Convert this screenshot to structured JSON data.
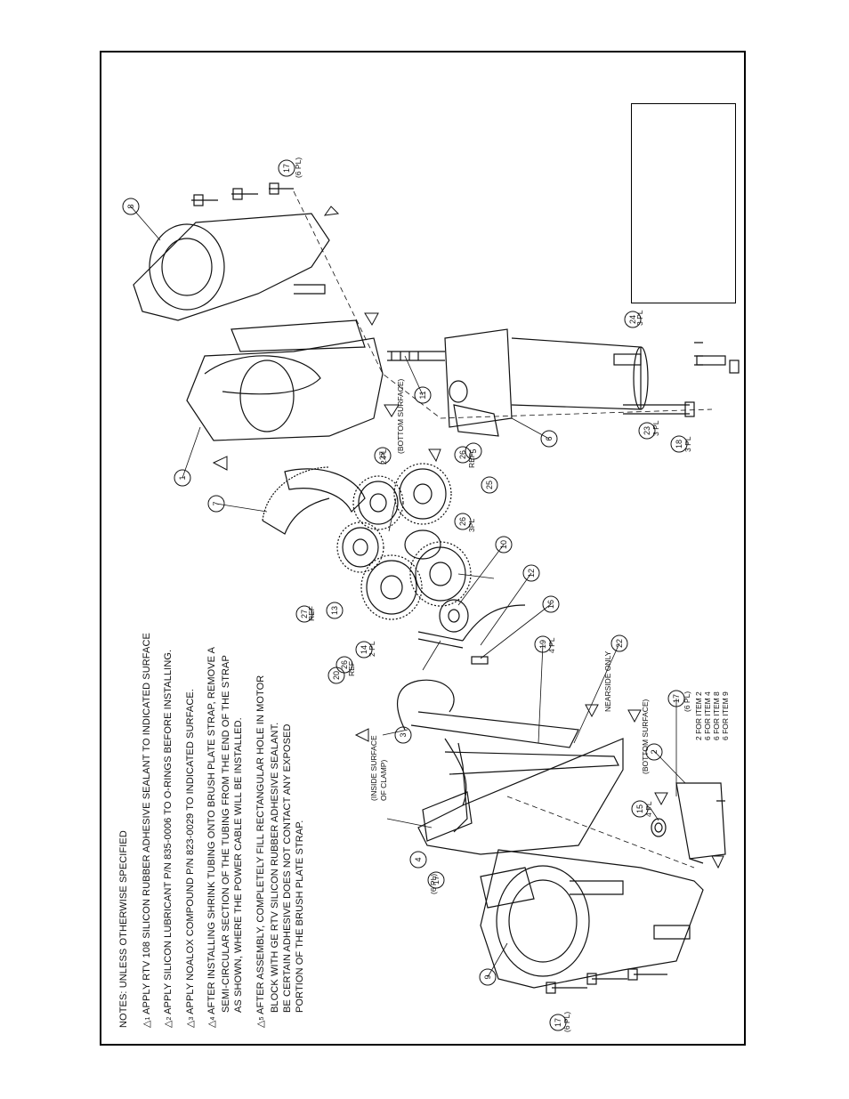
{
  "notes": {
    "heading": "NOTES: UNLESS OTHERWISE SPECIFIED",
    "items": [
      {
        "num": "1",
        "lines": [
          "APPLY RTV 108 SILICON RUBBER ADHESIVE SEALANT TO INDICATED SURFACE"
        ]
      },
      {
        "num": "2",
        "lines": [
          "APPLY SILICON LUBRICANT P/N 835-0006 TO O-RINGS BEFORE INSTALLING."
        ]
      },
      {
        "num": "3",
        "lines": [
          "APPLY NOALOX COMPOUND P/N 823-0029 TO INDICATED SURFACE."
        ]
      },
      {
        "num": "4",
        "lines": [
          "AFTER INSTALLING SHRINK TUBING ONTO BRUSH PLATE STRAP, REMOVE A",
          "SEMI-CIRCULAR SECTION OF THE TUBING FROM THE END OF THE STRAP",
          "AS SHOWN, WHERE THE POWER CABLE WILL BE INSTALLED."
        ]
      },
      {
        "num": "5",
        "lines": [
          "AFTER ASSEMBLY, COMPLETELY FILL RECTANGULAR HOLE IN MOTOR",
          "BLOCK WITH GE RTV SILICON RUBBER ADHESIVE SEALANT.",
          "BE CERTAIN ADHESIVE DOES NOT CONTACT ANY EXPOSED",
          "PORTION OF THE BRUSH PLATE STRAP."
        ]
      }
    ]
  },
  "callouts": {
    "c1": "1",
    "c2": "2",
    "c3": "3",
    "c4": "4",
    "c5": "5",
    "c6": "6",
    "c7": "7",
    "c8": "8",
    "c9": "9",
    "c10": "10",
    "c11": "11",
    "c12": "12",
    "c13": "13",
    "c14": "14",
    "c15": "15",
    "c16": "16",
    "c17a": "17",
    "c17b": "17",
    "c17c": "17",
    "c17d": "17",
    "c18": "18",
    "c19": "19",
    "c20": "20",
    "c22": "22",
    "c23": "23",
    "c24": "24",
    "c25": "25",
    "c26a": "26",
    "c26b": "26",
    "c26c": "26",
    "c27a": "27",
    "c27b": "27"
  },
  "labels": {
    "pl6a": "(6 PL)",
    "pl6b": "(6 PL)",
    "pl6c": "(6 PL)",
    "pl6d": "(6 PL)",
    "pl3a": "3 PL",
    "pl3b": "3 PL",
    "pl3c": "3 PL",
    "pl3d": "3PL",
    "pl4a": "4 PL",
    "pl4b": "4 PL",
    "pl2a": "2 PL",
    "pl2b": "2 PL",
    "ref1": "REF",
    "ref2": "REF",
    "ref3": "REF",
    "bottom1": "(BOTTOM SURFACE)",
    "bottom2": "(BOTTOM SURFACE)",
    "inside1": "(INSIDE SURFACE",
    "inside2": "OF CLAMP)",
    "nearside": "NEARSIDE ONLY",
    "forItems": [
      "2 FOR ITEM 2",
      "6 FOR ITEM 4",
      "6 FOR ITEM 8",
      "6 FOR ITEM 9"
    ]
  }
}
